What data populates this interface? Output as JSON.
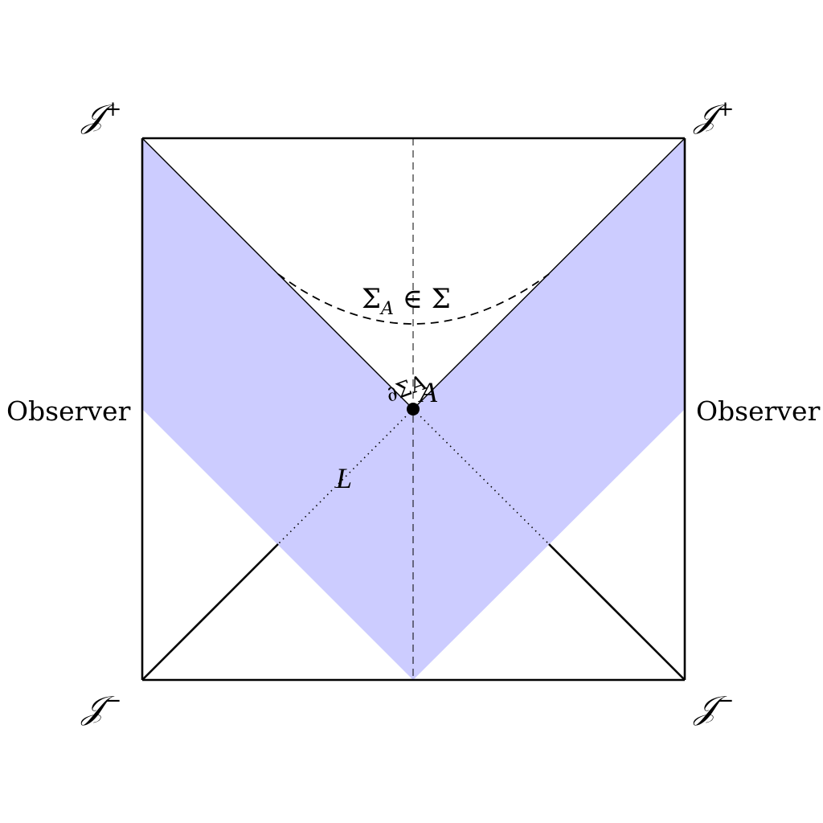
{
  "labels": {
    "scri_plus_left": "𝒥",
    "scri_plus_right": "𝒥",
    "scri_minus_left": "𝒥",
    "scri_minus_right": "𝒥",
    "plus_sup": "+",
    "minus_sup": "−",
    "observer_left": "Observer",
    "observer_right": "Observer",
    "sigma_region": "ΣA ∈ Σ",
    "sigma_region_main": "Σ",
    "sigma_region_sub": "A",
    "sigma_region_rest": " ∈ Σ",
    "point_label_sigma": "∂ΣA",
    "point_label_a": "A",
    "line_label": "L"
  },
  "colors": {
    "wedge_fill": "#ccccff",
    "stroke": "#000000"
  }
}
